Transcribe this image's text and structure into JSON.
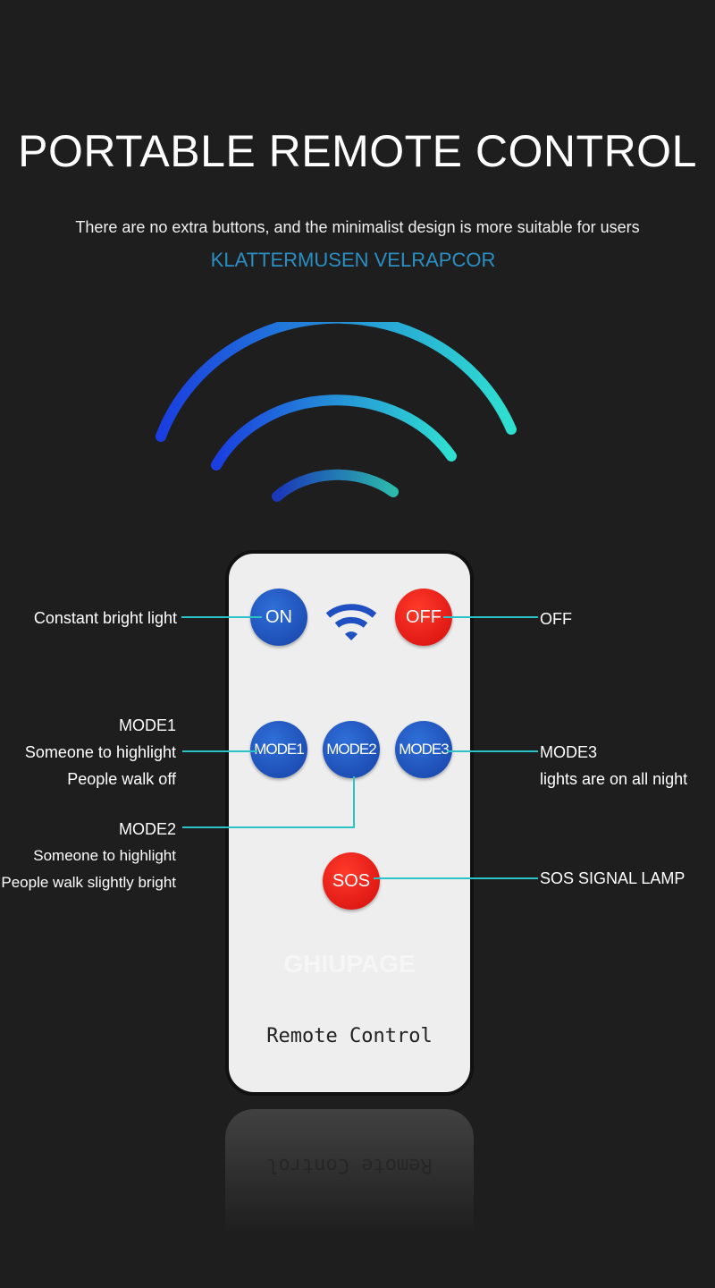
{
  "title": "PORTABLE REMOTE CONTROL",
  "subtitle": "There are no extra buttons, and the minimalist design is more suitable for users",
  "brand": "KLATTERMUSEN VELRAPCOR",
  "colors": {
    "background": "#1e1e1e",
    "accent": "#2b8fc4",
    "callout_line": "#2cc3c6",
    "button_blue": "#1f55c4",
    "button_red": "#e81a12"
  },
  "remote": {
    "buttons": {
      "on": "ON",
      "off": "OFF",
      "mode1": "MODE1",
      "mode2": "MODE2",
      "mode3": "MODE3",
      "sos": "SOS"
    },
    "label": "Remote Control",
    "watermark": "GHIUPAGE",
    "signal_icon": "wifi-icon"
  },
  "callouts": {
    "on": "Constant bright light",
    "off": "OFF",
    "mode1": [
      "MODE1",
      "Someone to highlight",
      "People walk off"
    ],
    "mode2": [
      "MODE2",
      "Someone to highlight",
      "People walk slightly bright"
    ],
    "mode3": [
      "MODE3",
      "lights are on all night"
    ],
    "sos": "SOS SIGNAL LAMP"
  }
}
